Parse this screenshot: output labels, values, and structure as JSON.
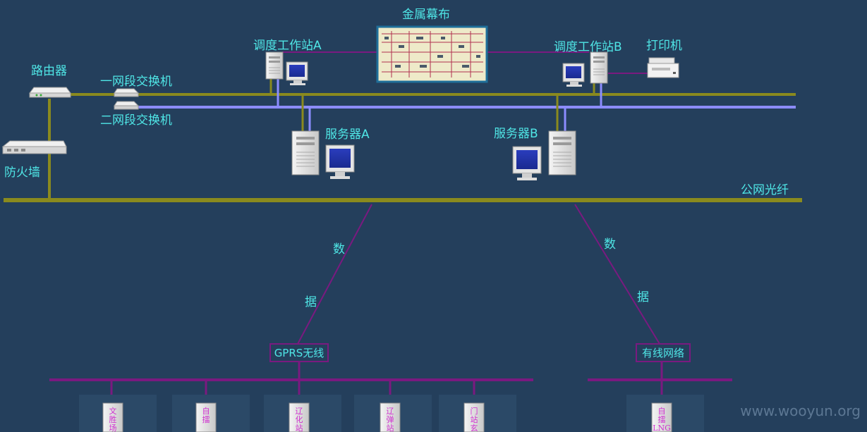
{
  "labels": {
    "metal_screen": "金属幕布",
    "workstation_a": "调度工作站A",
    "workstation_b": "调度工作站B",
    "printer": "打印机",
    "router": "路由器",
    "switch_1": "一网段交换机",
    "switch_2": "二网段交换机",
    "firewall": "防火墙",
    "server_a": "服务器A",
    "server_b": "服务器B",
    "public_fiber": "公网光纤",
    "data_left_1": "数",
    "data_left_2": "据",
    "data_right_1": "数",
    "data_right_2": "据",
    "gprs": "GPRS无线",
    "wired": "有线网络"
  },
  "stations": [
    {
      "label": "文\n胜\n场"
    },
    {
      "label": "自\n擂"
    },
    {
      "label": "辽\n化\n站"
    },
    {
      "label": "辽\n弹\n站"
    },
    {
      "label": "门\n站\n玄"
    },
    {
      "label": "自\n擂\nLNG"
    }
  ],
  "watermark": "www.wooyun.org",
  "colors": {
    "background": "#243f5c",
    "olive_line": "#8a8a1e",
    "blue_line": "#8c8cff",
    "magenta_line": "#7a1a80",
    "label_cyan": "#4fe6e6"
  },
  "icons": {
    "metal_screen": "display-wall-icon",
    "workstation": "desktop-computer-icon",
    "server": "server-tower-icon",
    "printer": "printer-icon",
    "router": "router-icon",
    "switch": "network-switch-icon",
    "firewall": "firewall-icon",
    "station": "station-terminal-icon"
  }
}
